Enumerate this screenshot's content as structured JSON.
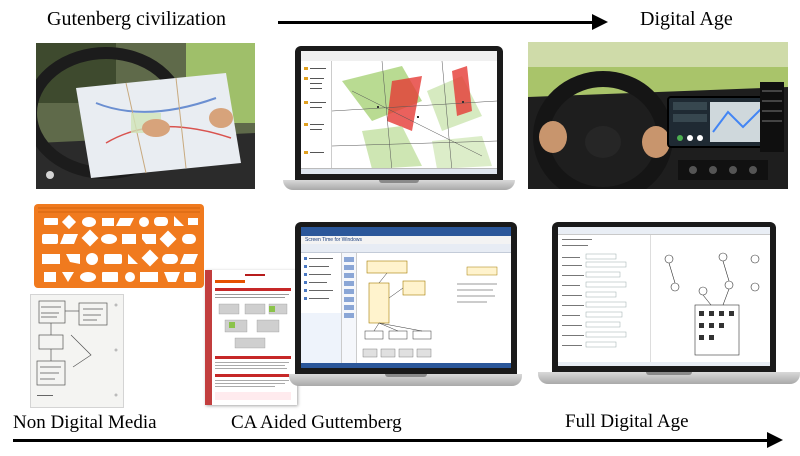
{
  "top": {
    "left_title": "Gutenberg civilization",
    "right_title": "Digital Age"
  },
  "bottom": {
    "label_left": "Non Digital Media",
    "label_middle": "CA Aided Guttemberg",
    "label_right": "Full Digital Age"
  },
  "screens": {
    "middle_bottom_title": "Screen Time for Windows"
  },
  "colors": {
    "stencil_orange": "#f07a1e",
    "dash_screen": "#1f2a33",
    "map_green": "#8bc34a",
    "map_red": "#e53935",
    "doc_red": "#b71c1c"
  }
}
